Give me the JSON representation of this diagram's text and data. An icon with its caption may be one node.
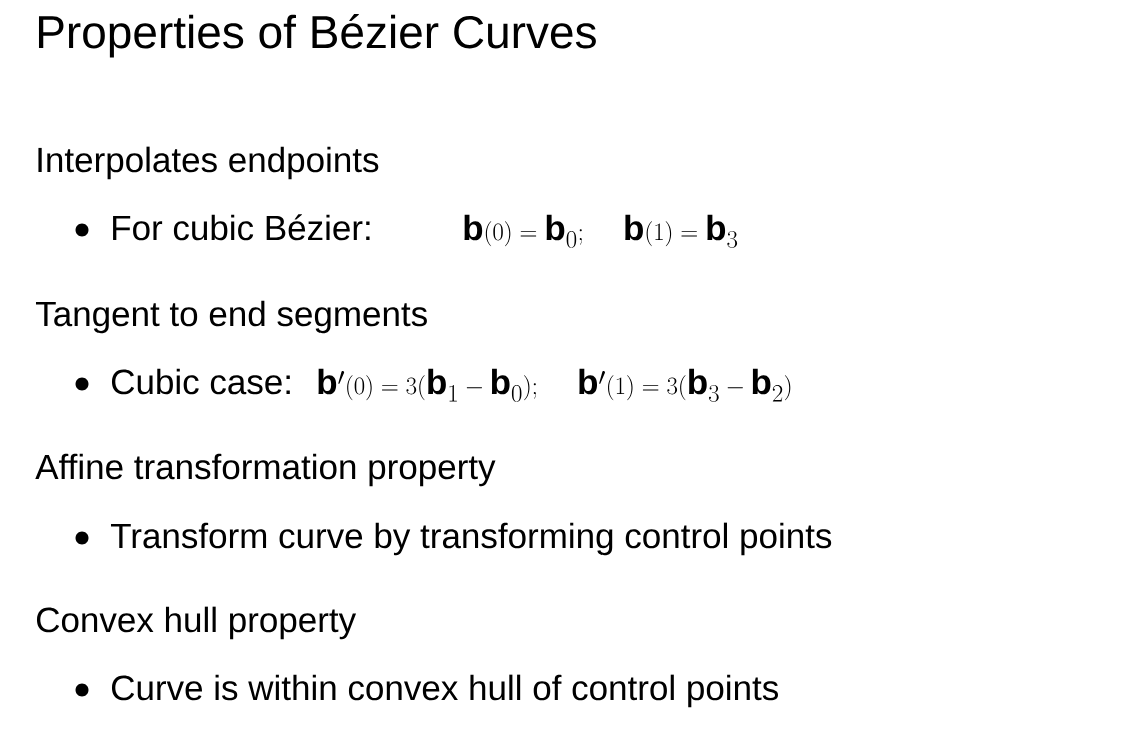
{
  "diagram": {
    "title": "Properties of Bézier Curves",
    "labels": [
      "Interpolates endpoints",
      "For cubic Bézier:",
      "\\mathbf{b}(0) = \\mathbf{b}_0;\\quad \\mathbf{b}(1) = \\mathbf{b}_3",
      "Tangent to end segments",
      "Cubic case:",
      "\\mathbf{b}'(0) = 3(\\mathbf{b}_1 - \\mathbf{b}_0);\\quad \\mathbf{b}'(1) = 3(\\mathbf{b}_3 - \\mathbf{b}_2)",
      "Affine transformation property",
      "Transform curve by transforming control points",
      "Convex hull property",
      "Curve is within convex hull of control points"
    ]
  }
}
